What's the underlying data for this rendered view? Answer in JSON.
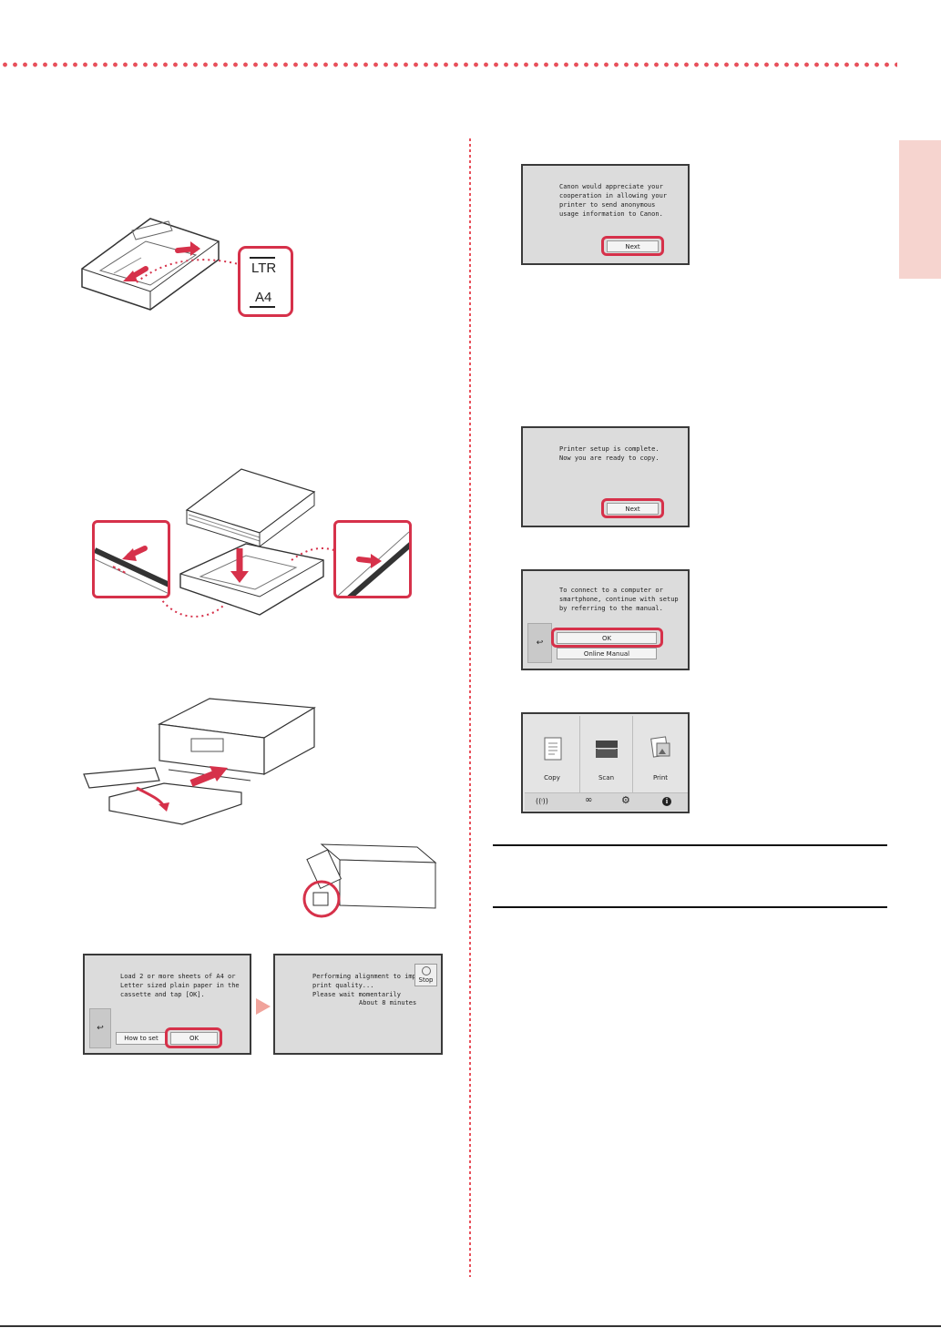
{
  "paper_sizes": {
    "ltr": "LTR",
    "a4": "A4"
  },
  "screens": {
    "usage": {
      "message": "Canon would appreciate your\ncooperation in allowing your\nprinter to send anonymous\nusage information to Canon.",
      "next_label": "Next"
    },
    "setup_complete": {
      "message": "Printer setup is complete.\nNow you are ready to copy.",
      "next_label": "Next"
    },
    "connect": {
      "message": "To connect to a computer or\nsmartphone, continue with setup\nby referring to the manual.",
      "ok_label": "OK",
      "manual_label": "Online Manual",
      "back_symbol": "↩"
    },
    "home": {
      "tiles": [
        {
          "label": "Copy"
        },
        {
          "label": "Scan"
        },
        {
          "label": "Print"
        }
      ]
    },
    "load_paper": {
      "message": "Load 2 or more sheets of A4 or\nLetter sized plain paper in the\ncassette and tap [OK].",
      "how_label": "How to set",
      "ok_label": "OK",
      "back_symbol": "↩"
    },
    "alignment": {
      "message": "Performing alignment to improve\nprint quality...\nPlease wait momentarily",
      "time": "About 8 minutes",
      "stop_label": "Stop"
    }
  },
  "colors": {
    "accent": "#d6314a",
    "tab": "#f6d4cf"
  }
}
